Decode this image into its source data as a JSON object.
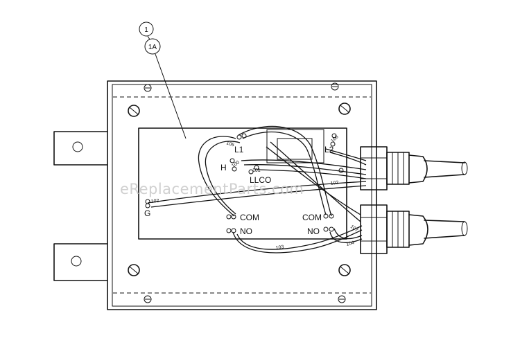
{
  "callouts": {
    "item_1": "1",
    "item_1a": "1A"
  },
  "terminals": {
    "l1": "L1",
    "l2": "L2",
    "h": "H",
    "llco": "LLCO",
    "g": "G",
    "com_left": "COM",
    "no_left": "NO",
    "com_right": "COM",
    "no_right": "NO"
  },
  "wire_numbers": {
    "w105": "105",
    "w106": "106",
    "w100": "100",
    "w101": "101",
    "w102": "102",
    "w103": "103",
    "w104": "104",
    "w107": "107"
  },
  "watermark": "eReplacementParts.com"
}
